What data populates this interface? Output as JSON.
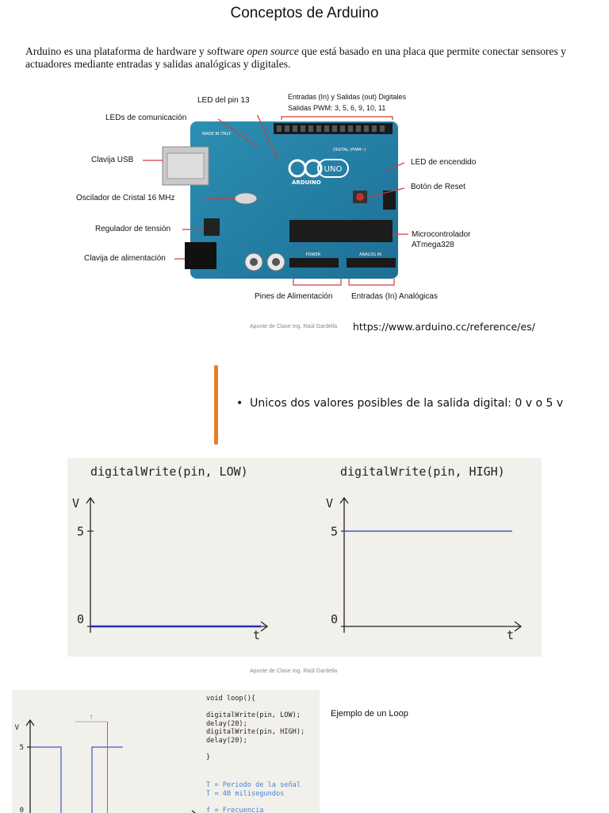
{
  "title": "Conceptos de Arduino",
  "intro": {
    "before": "Arduino es una plataforma de hardware y software ",
    "italic": "open source",
    "after": " que está basado en una placa que permite conectar sensores y actuadores mediante entradas y salidas analógicas y digitales."
  },
  "board": {
    "labels": {
      "digital_io_line1": "Entradas (In) y Salidas (out) Digitales",
      "digital_io_line2": "Salidas PWM: 3, 5, 6, 9, 10, 11",
      "led_pin13": "LED del pin 13",
      "leds_comm": "LEDs de comunicación",
      "usb": "Clavija USB",
      "crystal": "Oscilador de Cristal 16 MHz",
      "regulator": "Regulador de tensión",
      "power_jack": "Clavija de alimentación",
      "power_led": "LED de encendido",
      "reset": "Botón de Reset",
      "mcu_line1": "Microcontrolador",
      "mcu_line2": "ATmega328",
      "power_pins": "Pines de Alimentación",
      "analog_in": "Entradas (In) Analógicas"
    },
    "silk": {
      "made_in": "MADE IN ITALY",
      "brand": "ARDUINO",
      "model": "UNO",
      "digital": "DIGITAL (PWM~)",
      "power": "POWER",
      "analog": "ANALOG IN"
    }
  },
  "credit": "Apunte de Clase   Ing. Raúl Gardella",
  "reference_url": "https://www.arduino.cc/reference/es/",
  "bullet": "Unicos dos valores posibles de la salida digital: 0 v o 5 v",
  "chart_data": [
    {
      "type": "line",
      "title": "digitalWrite(pin, LOW)",
      "xlabel": "t",
      "ylabel": "V",
      "ytick_labels": [
        "0",
        "5"
      ],
      "series": [
        {
          "x": [
            0,
            1
          ],
          "values": [
            0,
            0
          ],
          "color": "#2233aa"
        }
      ]
    },
    {
      "type": "line",
      "title": "digitalWrite(pin, HIGH)",
      "xlabel": "t",
      "ylabel": "V",
      "ytick_labels": [
        "0",
        "5"
      ],
      "series": [
        {
          "x": [
            0,
            1
          ],
          "values": [
            5,
            5
          ],
          "color": "#4455cc"
        }
      ]
    },
    {
      "type": "line",
      "ylabel": "V",
      "ytick_labels": [
        "0",
        "5"
      ],
      "period_label": "T",
      "series": [
        {
          "x": [
            0,
            0.5,
            0.5,
            1,
            1,
            1.5
          ],
          "values": [
            5,
            5,
            0,
            0,
            5,
            5
          ],
          "color": "#4455cc"
        }
      ]
    }
  ],
  "loop": {
    "code": [
      "void loop(){",
      "",
      "digitalWrite(pin, LOW);",
      "delay(20);",
      "digitalWrite(pin, HIGH);",
      "delay(20);",
      "",
      "}"
    ],
    "notes": [
      "T = Periodo de la señal",
      "T = 40 milisegundos",
      "",
      "f = Frecuencia"
    ],
    "label": "Ejemplo de un Loop"
  }
}
